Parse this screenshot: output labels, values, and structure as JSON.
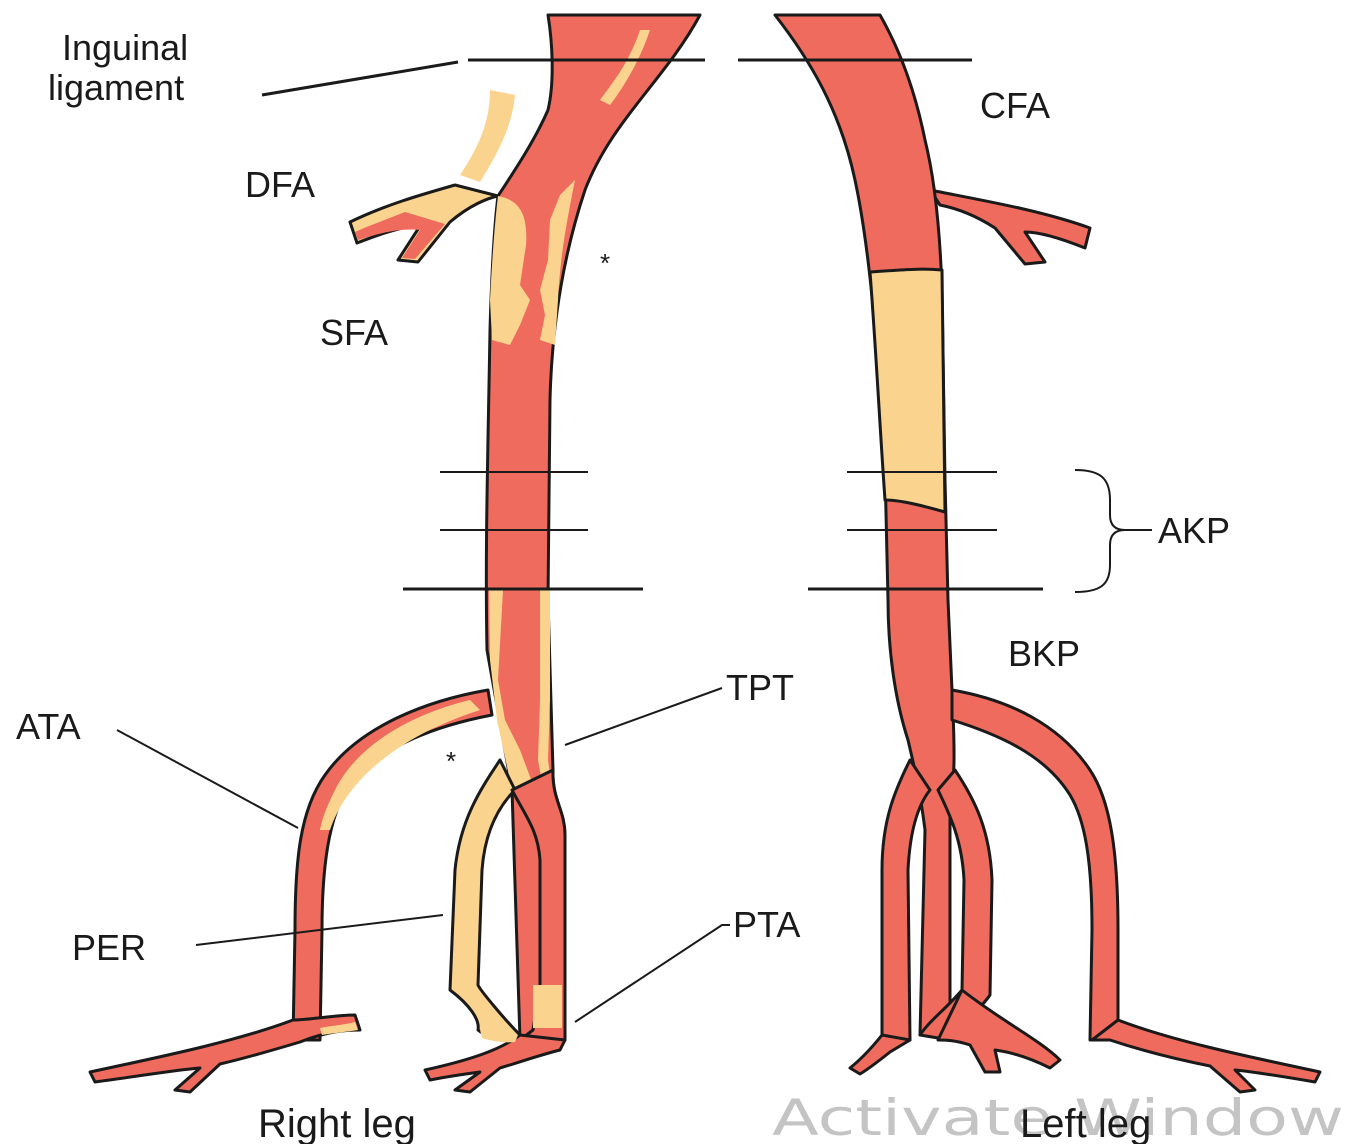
{
  "labels": {
    "inguinal_line1": "Inguinal",
    "inguinal_line2": "ligament",
    "dfa": "DFA",
    "sfa": "SFA",
    "cfa": "CFA",
    "akp": "AKP",
    "bkp": "BKP",
    "tpt": "TPT",
    "ata": "ATA",
    "per": "PER",
    "pta": "PTA",
    "right_leg": "Right leg",
    "left_leg": "Left leg",
    "asterisk_upper": "*",
    "asterisk_lower": "*"
  },
  "watermark": "Activate Window",
  "colors": {
    "patent_artery": "#ee6b5e",
    "stenosis_plaque": "#fad48e",
    "outline": "#1a1a1a",
    "watermark": "#c4c4c4"
  }
}
